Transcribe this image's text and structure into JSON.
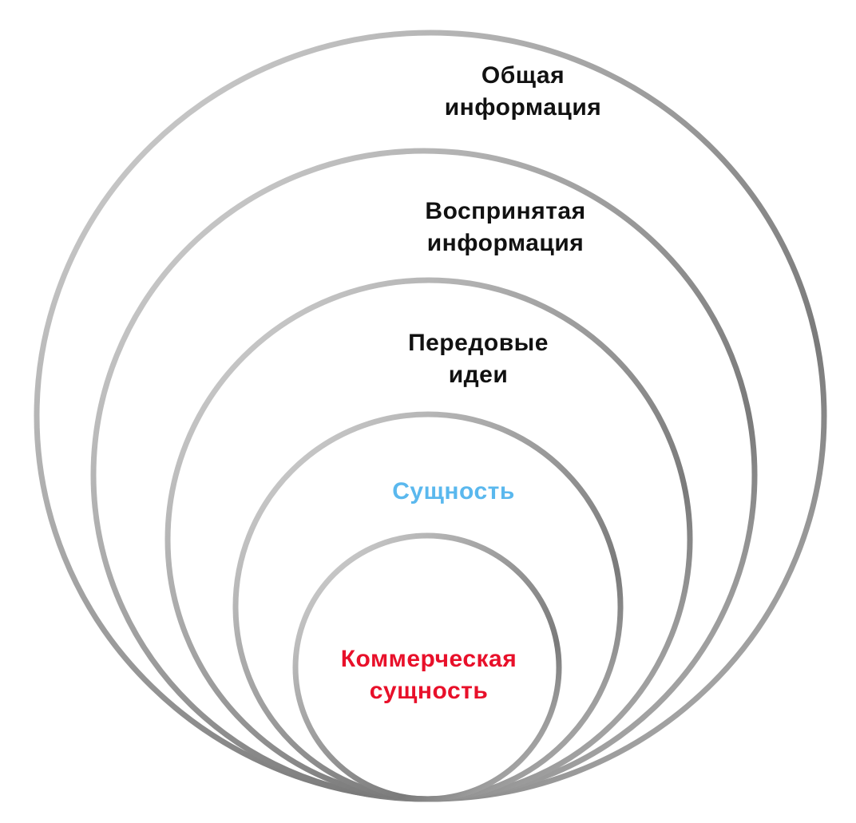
{
  "rings": [
    {
      "name": "general-information",
      "lines": [
        "Общая",
        "информация"
      ]
    },
    {
      "name": "perceived-information",
      "lines": [
        "Воспринятая",
        "информация"
      ]
    },
    {
      "name": "advanced-ideas",
      "lines": [
        "Передовые",
        "идеи"
      ]
    },
    {
      "name": "essence",
      "lines": [
        "Сущность"
      ]
    },
    {
      "name": "commercial-essence",
      "lines": [
        "Коммерческая",
        "сущность"
      ]
    }
  ],
  "colors": {
    "ring": "#8a8a8a",
    "ring_light": "#d4d4d4",
    "text_default": "#111111",
    "essence": "#5ab8ee",
    "commercial": "#e8102a"
  }
}
